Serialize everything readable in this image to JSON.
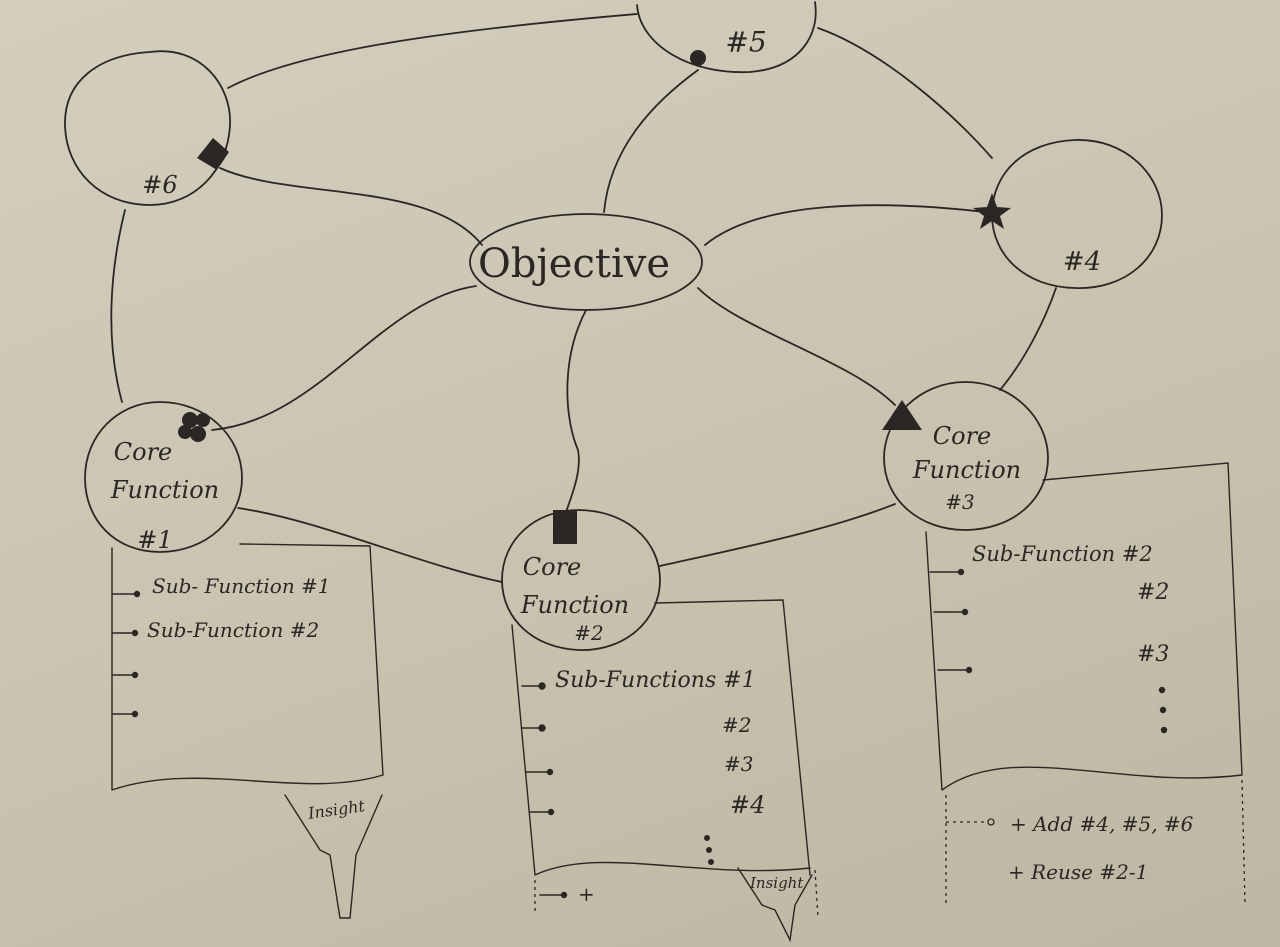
{
  "objective": {
    "label": "Objective"
  },
  "nodes": {
    "n5": {
      "label": "#5"
    },
    "n6": {
      "label": "#6"
    },
    "n4": {
      "label": "#4"
    }
  },
  "core_functions": [
    {
      "title_line1": "Core",
      "title_line2": "Function",
      "number": "#1",
      "marker": "cloud",
      "sub_functions": [
        "Sub- Function #1",
        "Sub-Function #2"
      ],
      "footer": "Insight"
    },
    {
      "title_line1": "Core",
      "title_line2": "Function",
      "number": "#2",
      "marker": "square",
      "sub_header": "Sub-Functions #1",
      "sub_numbers": [
        "#2",
        "#3",
        "#4"
      ],
      "add_label": "+",
      "footer": "Insight"
    },
    {
      "title_line1": "Core",
      "title_line2": "Function",
      "number": "#3",
      "marker": "triangle",
      "sub_header": "Sub-Function #2",
      "sub_numbers": [
        "#2",
        "#3"
      ],
      "add_line": "+ Add  #4, #5, #6",
      "reuse_line": "+ Reuse  #2-1"
    }
  ],
  "markers": {
    "n5": "dot",
    "n6": "diamond",
    "n4": "star"
  },
  "colors": {
    "paper": "#cdc7b6",
    "ink": "#2a2724"
  }
}
